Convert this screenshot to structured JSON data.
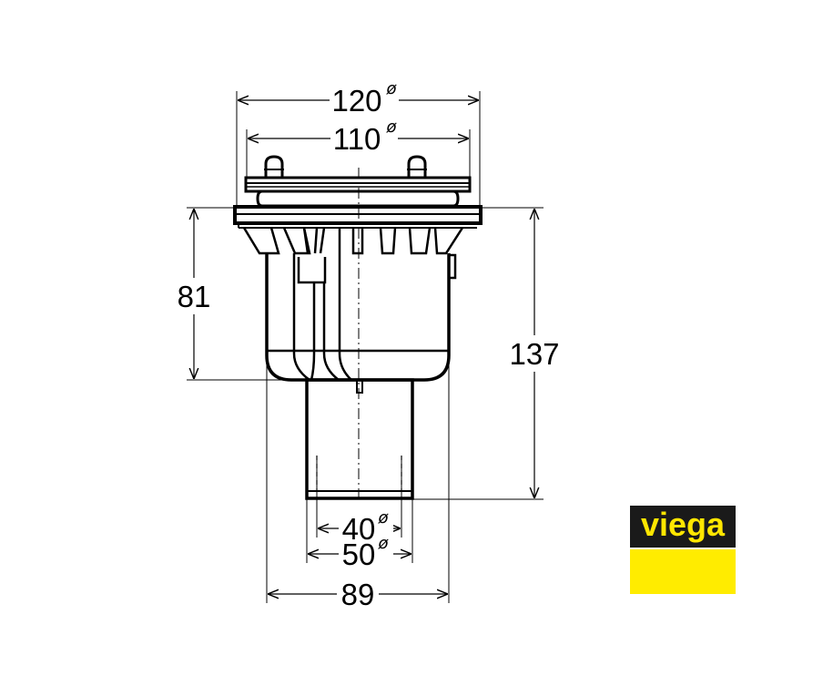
{
  "drawing": {
    "dimensions": {
      "top_outer": "120",
      "top_inner": "110",
      "body_height": "81",
      "total_height": "137",
      "outlet_inner": "40",
      "outlet_outer": "50",
      "body_width": "89",
      "diameter_symbol": "ø"
    }
  },
  "logo": {
    "text": "viega",
    "bg_color": "#1a1a1a",
    "text_color": "#ffe600",
    "bar_color": "#ffec00"
  }
}
